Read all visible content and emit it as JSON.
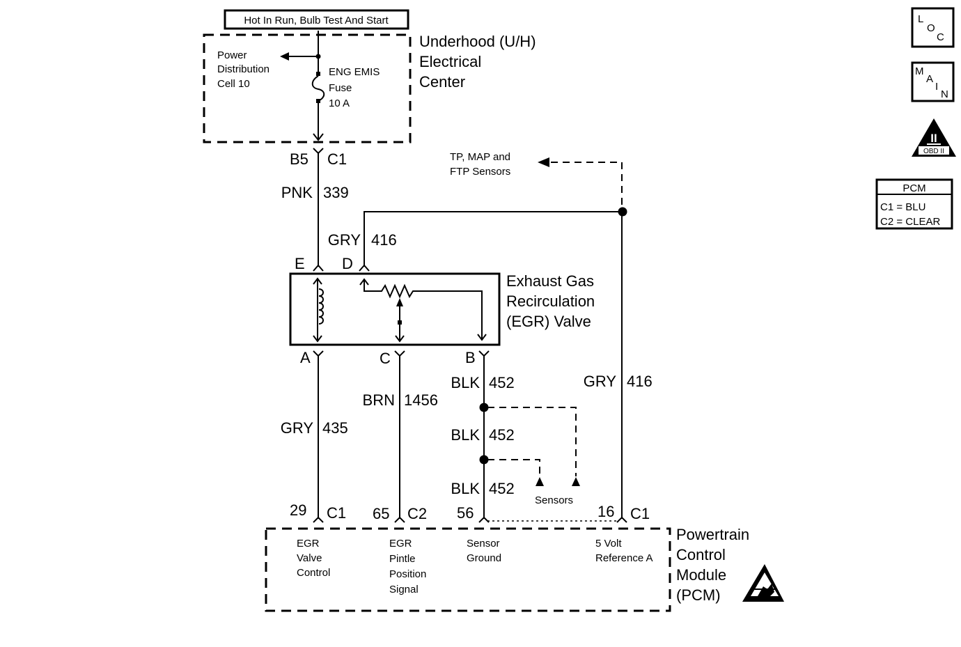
{
  "header_label": "Hot In Run, Bulb Test And Start",
  "uh_center": {
    "title": [
      "Underhood (U/H)",
      "Electrical",
      "Center"
    ],
    "power_dist": [
      "Power",
      "Distribution",
      "Cell 10"
    ],
    "fuse": [
      "ENG EMIS",
      "Fuse",
      "10 A"
    ]
  },
  "connectors": {
    "b5": "B5",
    "c1_top": "C1",
    "e": "E",
    "d": "D",
    "a": "A",
    "c": "C",
    "b": "B",
    "pin29": "29",
    "pin29_conn": "C1",
    "pin65": "65",
    "pin65_conn": "C2",
    "pin56": "56",
    "pin16": "16",
    "pin16_conn": "C1"
  },
  "wires": {
    "pnk_color": "PNK",
    "pnk_num": "339",
    "gry416_color": "GRY",
    "gry416_num": "416",
    "gry416b_color": "GRY",
    "gry416b_num": "416",
    "gry435_color": "GRY",
    "gry435_num": "435",
    "brn_color": "BRN",
    "brn_num": "1456",
    "blk1_color": "BLK",
    "blk1_num": "452",
    "blk2_color": "BLK",
    "blk2_num": "452",
    "blk3_color": "BLK",
    "blk3_num": "452"
  },
  "sensors_top": [
    "TP, MAP and",
    "FTP Sensors"
  ],
  "sensors_bottom": "Sensors",
  "egr_valve": [
    "Exhaust Gas",
    "Recirculation",
    "(EGR) Valve"
  ],
  "pcm": {
    "title": [
      "Powertrain",
      "Control",
      "Module",
      "(PCM)"
    ],
    "egr_control": [
      "EGR",
      "Valve",
      "Control"
    ],
    "egr_pintle": [
      "EGR",
      "Pintle",
      "Position",
      "Signal"
    ],
    "sensor_ground": [
      "Sensor",
      "Ground"
    ],
    "ref": [
      "5 Volt",
      "Reference A"
    ]
  },
  "side_icons": {
    "loc": [
      "L",
      "O",
      "C"
    ],
    "main": [
      "M",
      "A",
      "I",
      "N"
    ],
    "obd_numeral": "II",
    "obd_label": "OBD II",
    "legend_title": "PCM",
    "legend_rows": [
      "C1 = BLU",
      "C2 = CLEAR"
    ]
  }
}
